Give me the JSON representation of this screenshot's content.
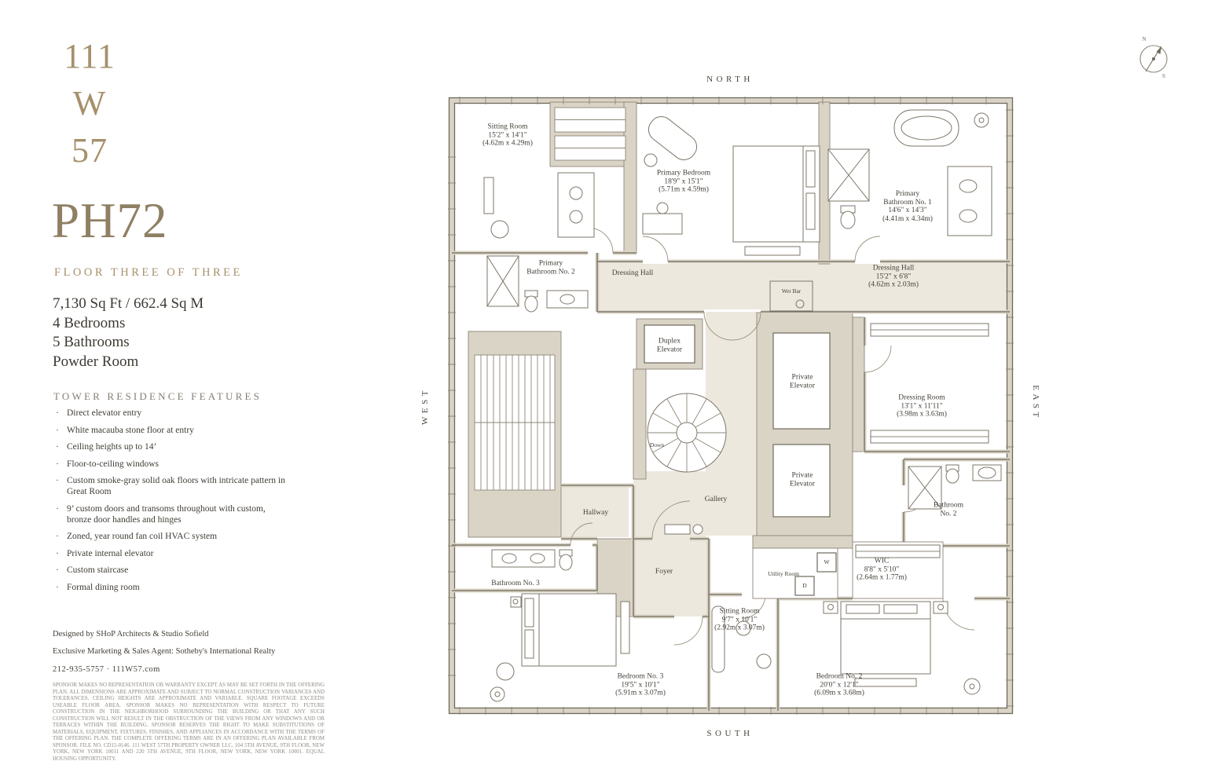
{
  "branding": {
    "lines": [
      "111",
      "W",
      "57"
    ]
  },
  "unit": {
    "name": "PH72",
    "floor_label": "FLOOR THREE OF THREE",
    "stats": [
      "7,130 Sq Ft / 662.4 Sq M",
      "4 Bedrooms",
      "5 Bathrooms",
      "Powder Room"
    ]
  },
  "features": {
    "heading": "TOWER RESIDENCE FEATURES",
    "items": [
      "Direct elevator entry",
      "White macauba stone floor at entry",
      "Ceiling heights up to 14’",
      "Floor-to-ceiling windows",
      "Custom smoke-gray solid oak floors with intricate pattern in Great Room",
      "9’ custom doors and transoms throughout with custom, bronze door handles and hinges",
      "Zoned, year round fan coil HVAC system",
      "Private internal elevator",
      "Custom staircase",
      "Formal dining room"
    ]
  },
  "credits": {
    "designer": "Designed by SHoP Architects & Studio Sofield",
    "agent": "Exclusive Marketing & Sales Agent: Sotheby's International Realty",
    "contact": "212-935-5757   ·   111W57.com"
  },
  "disclaimer": "SPONSOR MAKES NO REPRESENTATION OR WARRANTY EXCEPT AS MAY BE SET FORTH IN THE OFFERING PLAN. ALL DIMENSIONS ARE APPROXIMATE AND SUBJECT TO NORMAL CONSTRUCTION VARIANCES AND TOLERANCES. CEILING HEIGHTS ARE APPROXIMATE AND VARIABLE. SQUARE FOOTAGE EXCEEDS USEABLE FLOOR AREA. SPONSOR MAKES NO REPRESENTATION WITH RESPECT TO FUTURE CONSTRUCTION IN THE NEIGHBORHOOD SURROUNDING THE BUILDING OR THAT ANY SUCH CONSTRUCTION WILL NOT RESULT IN THE OBSTRUCTION OF THE VIEWS FROM ANY WINDOWS AND OR TERRACES WITHIN THE BUILDING. SPONSOR RESERVES THE RIGHT TO MAKE SUBSTITUTIONS OF MATERIALS, EQUIPMENT, FIXTURES, FINISHES, AND APPLIANCES IN ACCORDANCE WITH THE TERMS OF THE OFFERING PLAN. THE COMPLETE OFFERING TERMS ARE IN AN OFFERING PLAN AVAILABLE FROM SPONSOR. FILE NO. CD15-0146. 111 WEST 57TH PROPERTY OWNER LLC, 104 5TH AVENUE, 9TH FLOOR, NEW YORK, NEW YORK 10011 AND 220 5TH AVENUE, 9TH FLOOR, NEW YORK, NEW YORK 10001. EQUAL HOUSING OPPORTUNITY.",
  "compass": {
    "n": "N",
    "s": "S"
  },
  "plan": {
    "directions": {
      "north": "NORTH",
      "south": "SOUTH",
      "east": "EAST",
      "west": "WEST"
    },
    "rooms": [
      {
        "id": "sitting-room-1",
        "lines": [
          "Sitting Room",
          "15'2\" x 14'1\"",
          "(4.62m x 4.29m)"
        ]
      },
      {
        "id": "primary-bedroom",
        "lines": [
          "Primary  Bedroom",
          "18'9\" x 15'1\"",
          "(5.71m x 4.59m)"
        ]
      },
      {
        "id": "primary-bathroom-1",
        "lines": [
          "Primary",
          "Bathroom No. 1",
          "14'6\" x 14'3\"",
          "(4.41m x 4.34m)"
        ]
      },
      {
        "id": "primary-bathroom-2",
        "lines": [
          "Primary",
          "Bathroom No. 2"
        ]
      },
      {
        "id": "dressing-hall-west",
        "lines": [
          "Dressing Hall"
        ]
      },
      {
        "id": "dressing-hall-east",
        "lines": [
          "Dressing Hall",
          "15'2\" x 6'8\"",
          "(4.62m x 2.03m)"
        ]
      },
      {
        "id": "wet-bar",
        "lines": [
          "Wet Bar"
        ]
      },
      {
        "id": "duplex-elevator",
        "lines": [
          "Duplex",
          "Elevator"
        ]
      },
      {
        "id": "private-elevator-upper",
        "lines": [
          "Private",
          "Elevator"
        ]
      },
      {
        "id": "private-elevator-lower",
        "lines": [
          "Private",
          "Elevator"
        ]
      },
      {
        "id": "dressing-room",
        "lines": [
          "Dressing Room",
          "13'1\" x 11'11\"",
          "(3.98m x 3.63m)"
        ]
      },
      {
        "id": "down",
        "lines": [
          "Down"
        ]
      },
      {
        "id": "gallery",
        "lines": [
          "Gallery"
        ]
      },
      {
        "id": "hallway",
        "lines": [
          "Hallway"
        ]
      },
      {
        "id": "bathroom-2",
        "lines": [
          "Bathroom",
          "No. 2"
        ]
      },
      {
        "id": "wic",
        "lines": [
          "WIC",
          "8'8\" x 5'10\"",
          "(2.64m x 1.77m)"
        ]
      },
      {
        "id": "bathroom-3",
        "lines": [
          "Bathroom No. 3"
        ]
      },
      {
        "id": "foyer",
        "lines": [
          "Foyer"
        ]
      },
      {
        "id": "utility-room",
        "lines": [
          "Utility Room"
        ]
      },
      {
        "id": "washer",
        "lines": [
          "W"
        ]
      },
      {
        "id": "dryer",
        "lines": [
          "D"
        ]
      },
      {
        "id": "sitting-room-2",
        "lines": [
          "Sitting Room",
          "9'7\" x 10'1\"",
          "(2.92m x 3.07m)"
        ]
      },
      {
        "id": "bedroom-3",
        "lines": [
          "Bedroom No. 3",
          "19'5\" x 10'1\"",
          "(5.91m x 3.07m)"
        ]
      },
      {
        "id": "bedroom-2",
        "lines": [
          "Bedroom No. 2",
          "20'0\" x 12'1\"",
          "(6.09m x 3.68m)"
        ]
      }
    ]
  }
}
